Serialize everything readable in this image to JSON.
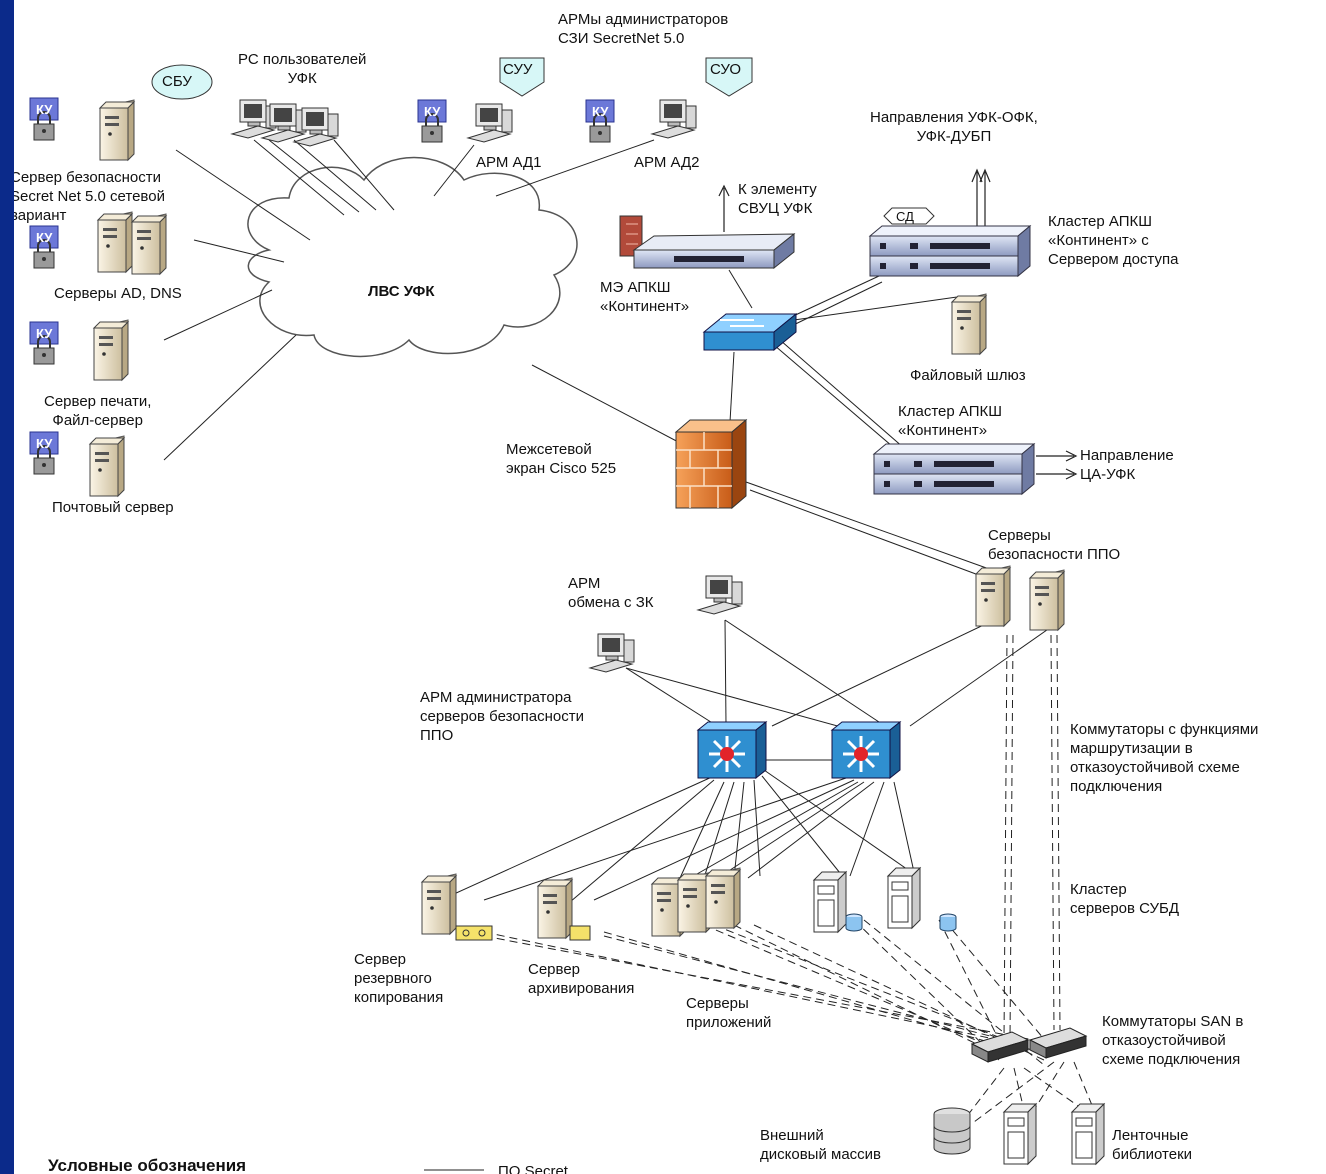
{
  "labels": {
    "arm_admins": "АРМы администраторов\nСЗИ SecretNet 5.0",
    "rs_users": "РС пользователей\nУФК",
    "sbu": "СБУ",
    "suu": "СУУ",
    "suo": "СУО",
    "sd": "СД",
    "arm_ad1": "АРМ АД1",
    "arm_ad2": "АРМ АД2",
    "security_server": "Сервер безопасности\nSecret Net 5.0 сетевой\nвариант",
    "ad_dns": "Серверы AD, DNS",
    "print_file": "Сервер печати,\nФайл-сервер",
    "mail": "Почтовый сервер",
    "lan": "ЛВС УФК",
    "directions_ofk": "Направления УФК-ОФК,\nУФК-ДУБП",
    "svuc": "К элементу\nСВУЦ УФК",
    "me_apksh": "МЭ АПКШ\n«Континент»",
    "cluster_access": "Кластер АПКШ\n«Континент» с\nСервером доступа",
    "file_gateway": "Файловый шлюз",
    "cluster_continent": "Кластер АПКШ\n«Континент»",
    "direction_ca": "Направление\nЦА-УФК",
    "cisco": "Межсетевой\nэкран Cisco 525",
    "ppo_servers": "Серверы\nбезопасности ППО",
    "arm_zk": "АРМ\nобмена с ЗК",
    "arm_admin_ppo": "АРМ администратора\nсерверов безопасности\nППО",
    "routing_switches": "Коммутаторы с функциями\nмаршрутизации в\nотказоустойчивой схеме\nподключения",
    "dbms_cluster": "Кластер\nсерверов СУБД",
    "backup": "Сервер\nрезервного\nкопирования",
    "archive": "Сервер\nархивирования",
    "apps": "Серверы\nприложений",
    "san": "Коммутаторы SAN в\nотказоустойчивой\nсхеме подключения",
    "disk_array": "Внешний\nдисковый массив",
    "tape": "Ленточные\nбиблиотеки",
    "legend_title": "Условные обозначения",
    "legend_item": "ПО Secret"
  },
  "badge_text": "КУ",
  "colors": {
    "frame": "#0b2a8a",
    "cloud_stroke": "#555555",
    "switch_blue": "#2f8fd0",
    "firewall": "#e07a2a",
    "server_beige": "#efe3c8",
    "badge_bg": "#6c78d8",
    "tag_fill": "#d7f7f7"
  }
}
